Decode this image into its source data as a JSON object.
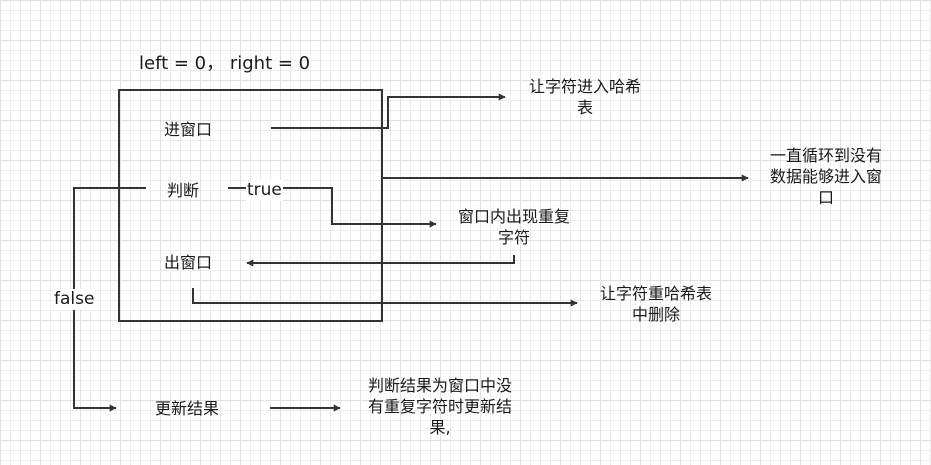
{
  "title": "left = 0， right = 0",
  "box": {
    "enter": "进窗口",
    "judge": "判断",
    "exit": "出窗口"
  },
  "edges": {
    "true_label": "true",
    "false_label": "false"
  },
  "notes": {
    "enter_hash_1": "让字符进入哈希",
    "enter_hash_2": "表",
    "loop_1": "一直循环到没有",
    "loop_2": "数据能够进入窗",
    "loop_3": "口",
    "duplicate_1": "窗口内出现重复",
    "duplicate_2": "字符",
    "remove_1": "让字符重哈希表",
    "remove_2": "中删除",
    "update_1": "判断结果为窗口中没",
    "update_2": "有重复字符时更新结",
    "update_3": "果,"
  },
  "update_result": "更新结果",
  "colors": {
    "stroke": "#333333"
  }
}
